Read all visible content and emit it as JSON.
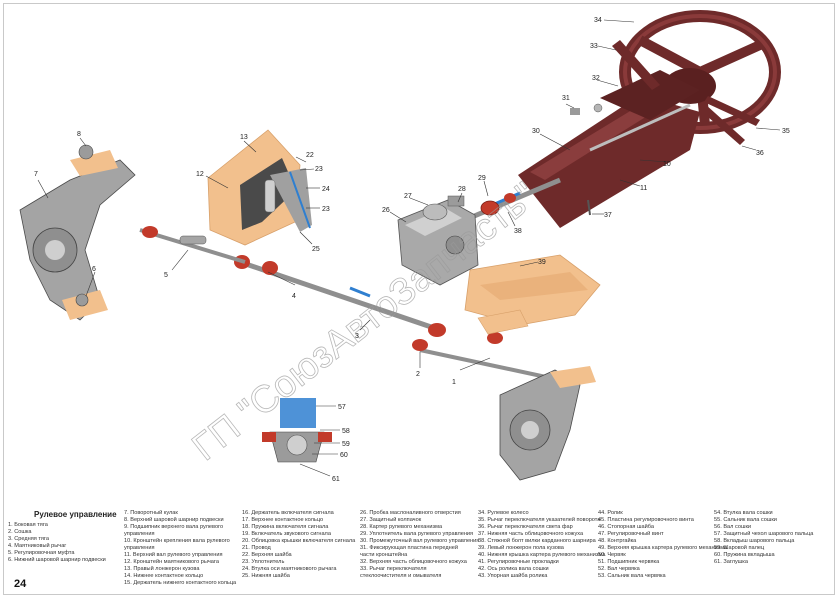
{
  "watermark": "ГП \"СоюзАвтоЗапчасть\"",
  "legend": {
    "title": "Рулевое управление",
    "page_number": "24",
    "columns": [
      [
        "1. Боковая тяга",
        "2. Сошка",
        "3. Средняя тяга",
        "4. Маятниковый рычаг",
        "5. Регулировочная муфта",
        "6. Нижний шаровой шарнир подвески"
      ],
      [
        "7. Поворотный кулак",
        "8. Верхний шаровой шарнир подвески",
        "9. Подшипник верхнего вала рулевого управления",
        "10. Кронштейн крепления вала рулевого управления",
        "11. Верхний вал рулевого управления",
        "12. Кронштейн маятникового рычага",
        "13. Правый лонжерон кузова",
        "14. Нижнее контактное кольцо",
        "15. Держатель нижнего контактного кольца"
      ],
      [
        "16. Держатель включателя сигнала",
        "17. Верхнее контактное кольцо",
        "18. Пружина включателя сигнала",
        "19. Включатель звукового сигнала",
        "20. Облицовка крышки включателя сигнала",
        "21. Провод",
        "22. Верхняя шайба",
        "23. Уплотнитель",
        "24. Втулка оси маятникового рычага",
        "25. Нижняя шайба"
      ],
      [
        "26. Пробка маслоналивного отверстия",
        "27. Защитный колпачок",
        "28. Картер рулевого механизма",
        "29. Уплотнитель вала рулевого управления",
        "30. Промежуточный вал рулевого управления",
        "31. Фиксирующая пластина передней части кронштейна",
        "32. Верхняя часть облицовочного кожуха",
        "33. Рычаг переключателя стеклоочистителя и омывателя"
      ],
      [
        "34. Рулевое колесо",
        "35. Рычаг переключателя указателей поворота",
        "36. Рычаг переключателя света фар",
        "37. Нижняя часть облицовочного кожуха",
        "38. Стяжной болт вилки карданного шарнира",
        "39. Левый лонжерон пола кузова",
        "40. Нижняя крышка картера рулевого механизма",
        "41. Регулировочные прокладки",
        "42. Ось ролика вала сошки",
        "43. Упорная шайба ролика"
      ],
      [
        "44. Ролик",
        "45. Пластина регулировочного винта",
        "46. Стопорная шайба",
        "47. Регулировочный винт",
        "48. Контргайка",
        "49. Верхняя крышка картера рулевого механизма",
        "50. Червяк",
        "51. Подшипник червяка",
        "52. Вал червяка",
        "53. Сальник вала червяка"
      ],
      [
        "54. Втулка вала сошки",
        "55. Сальник вала сошки",
        "56. Вал сошки",
        "57. Защитный чехол шарового пальца",
        "58. Вкладыш шарового пальца",
        "59. Шаровой палец",
        "60. Пружина вкладыша",
        "61. Заглушка"
      ]
    ]
  },
  "callouts": [
    "1",
    "2",
    "3",
    "4",
    "5",
    "6",
    "7",
    "8",
    "10",
    "11",
    "12",
    "13",
    "22",
    "23",
    "24",
    "25",
    "26",
    "27",
    "28",
    "29",
    "30",
    "31",
    "32",
    "33",
    "34",
    "35",
    "36",
    "37",
    "38",
    "39",
    "57",
    "58",
    "59",
    "60",
    "61"
  ],
  "colors": {
    "metal": "#8f8f8f",
    "metal_light": "#c4c4c4",
    "column_maroon": "#6e2a2a",
    "body_panel": "#f2c08d",
    "seal_red": "#c23a2a",
    "accent_blue": "#2f7fd0",
    "watermark": "#9a9a9a"
  }
}
